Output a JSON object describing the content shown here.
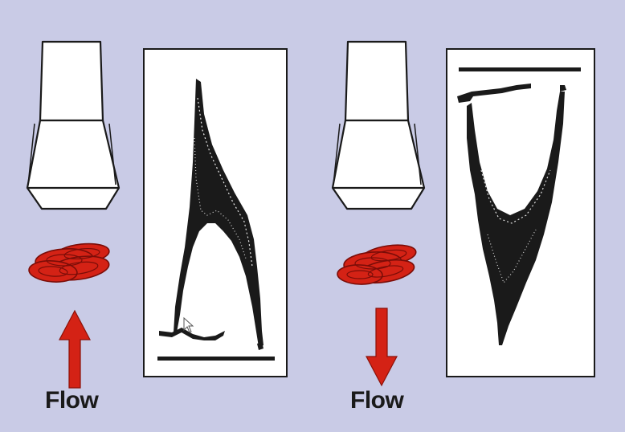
{
  "colors": {
    "background": "#c9cbe6",
    "panel": "#ffffff",
    "ink": "#1a1a1a",
    "blood_cells": "#d42215",
    "arrow": "#d42215"
  },
  "left_scene": {
    "flow_label": "Flow",
    "arrow_direction": "up",
    "spectrum": "above-baseline"
  },
  "right_scene": {
    "flow_label": "Flow",
    "arrow_direction": "down",
    "spectrum": "below-baseline"
  },
  "icons": [
    "transducer-icon",
    "red-blood-cells-icon",
    "flow-up-arrow-icon",
    "flow-down-arrow-icon",
    "mouse-cursor-icon"
  ]
}
